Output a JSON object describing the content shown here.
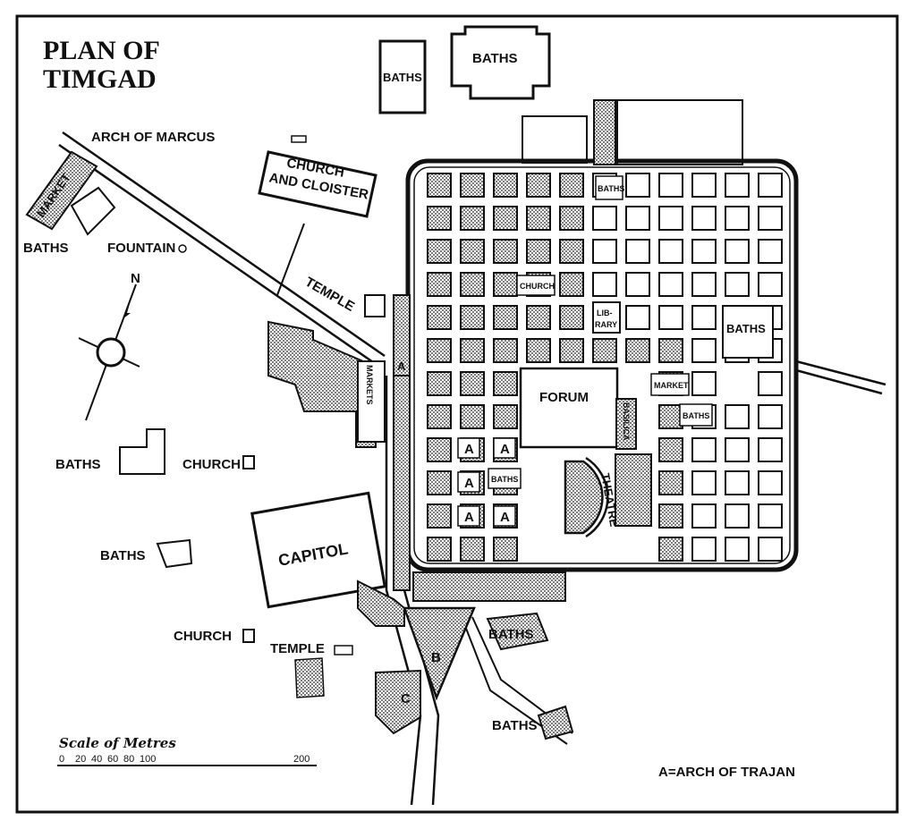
{
  "title_line1": "PLAN OF",
  "title_line2": "TIMGAD",
  "labels": {
    "baths": "BATHS",
    "arch_of_marcus": "ARCH OF MARCUS",
    "church_line1": "CHURCH",
    "church_line2": "AND CLOISTER",
    "market": "MARKET",
    "fountain": "FOUNTAIN",
    "temple": "TEMPLE",
    "markets": "MARKETS",
    "church": "CHURCH",
    "capitol": "CAPITOL",
    "church_small": "CHURCH",
    "library_line1": "LIB-",
    "library_line2": "RARY",
    "forum": "FORUM",
    "basilica": "BASILICA",
    "theatre": "THEATRE",
    "market_small": "MARKET",
    "arch_mark": "A",
    "b_mark": "B",
    "c_mark": "C",
    "north": "N"
  },
  "scale": {
    "title": "Scale of Metres",
    "ticks": [
      "0",
      "20",
      "40",
      "60",
      "80",
      "100"
    ],
    "end": "200"
  },
  "legend": "A=ARCH OF TRAJAN"
}
